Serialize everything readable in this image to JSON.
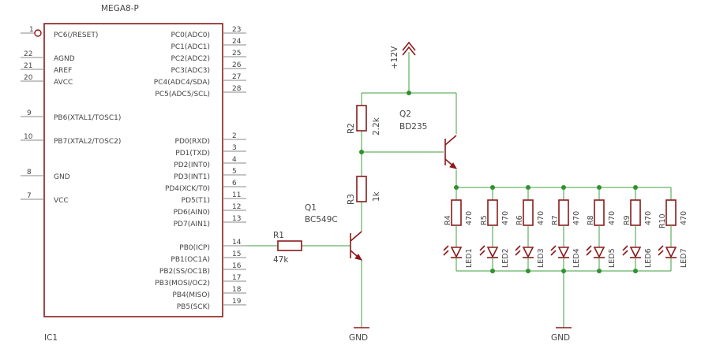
{
  "ic": {
    "title": "MEGA8-P",
    "ref": "IC1",
    "left_pins": [
      {
        "label": "PC6(/RESET)",
        "num": "1"
      },
      {
        "label": "AGND",
        "num": "22"
      },
      {
        "label": "AREF",
        "num": "21"
      },
      {
        "label": "AVCC",
        "num": "20"
      },
      {
        "label": "PB6(XTAL1/TOSC1)",
        "num": "9"
      },
      {
        "label": "PB7(XTAL2/TOSC2)",
        "num": "10"
      },
      {
        "label": "GND",
        "num": "8"
      },
      {
        "label": "VCC",
        "num": "7"
      }
    ],
    "right_pins": [
      {
        "label": "PC0(ADC0)",
        "num": "23"
      },
      {
        "label": "PC1(ADC1)",
        "num": "24"
      },
      {
        "label": "PC2(ADC2)",
        "num": "25"
      },
      {
        "label": "PC3(ADC3)",
        "num": "26"
      },
      {
        "label": "PC4(ADC4/SDA)",
        "num": "27"
      },
      {
        "label": "PC5(ADC5/SCL)",
        "num": "28"
      },
      {
        "label": "PD0(RXD)",
        "num": "2"
      },
      {
        "label": "PD1(TXD)",
        "num": "3"
      },
      {
        "label": "PD2(INT0)",
        "num": "4"
      },
      {
        "label": "PD3(INT1)",
        "num": "5"
      },
      {
        "label": "PD4(XCK/T0)",
        "num": "6"
      },
      {
        "label": "PD5(T1)",
        "num": "11"
      },
      {
        "label": "PD6(AIN0)",
        "num": "12"
      },
      {
        "label": "PD7(AIN1)",
        "num": "13"
      },
      {
        "label": "PB0(ICP)",
        "num": "14"
      },
      {
        "label": "PB1(OC1A)",
        "num": "15"
      },
      {
        "label": "PB2(SS/OC1B)",
        "num": "16"
      },
      {
        "label": "PB3(MOSI/OC2)",
        "num": "17"
      },
      {
        "label": "PB4(MISO)",
        "num": "18"
      },
      {
        "label": "PB5(SCK)",
        "num": "19"
      }
    ]
  },
  "r1": {
    "ref": "R1",
    "value": "47k"
  },
  "r2": {
    "ref": "R2",
    "value": "2.2k"
  },
  "r3": {
    "ref": "R3",
    "value": "1k"
  },
  "q1": {
    "ref": "Q1",
    "part": "BC549C"
  },
  "q2": {
    "ref": "Q2",
    "part": "BD235"
  },
  "supply": {
    "label": "+12V"
  },
  "gnd": {
    "label": "GND"
  },
  "leds": [
    {
      "r_ref": "R4",
      "r_val": "470",
      "led": "LED1"
    },
    {
      "r_ref": "R5",
      "r_val": "470",
      "led": "LED2"
    },
    {
      "r_ref": "R6",
      "r_val": "470",
      "led": "LED3"
    },
    {
      "r_ref": "R7",
      "r_val": "470",
      "led": "LED4"
    },
    {
      "r_ref": "R8",
      "r_val": "470",
      "led": "LED5"
    },
    {
      "r_ref": "R9",
      "r_val": "470",
      "led": "LED6"
    },
    {
      "r_ref": "R10",
      "r_val": "470",
      "led": "LED7"
    }
  ]
}
